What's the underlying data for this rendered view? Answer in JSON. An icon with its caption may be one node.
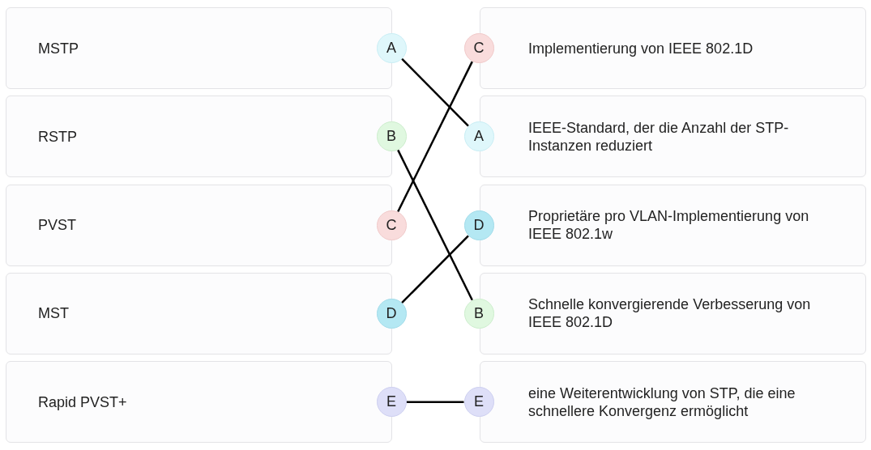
{
  "diagram": {
    "nodes": [
      {
        "text": [
          "MSTP"
        ]
      },
      {
        "text": [
          "A"
        ]
      },
      {
        "text": [
          "C"
        ]
      },
      {
        "text": [
          "Implementierung von IEEE 802.1D"
        ]
      },
      {
        "text": [
          "RSTP"
        ]
      },
      {
        "text": [
          "B"
        ]
      },
      {
        "text": [
          "A"
        ]
      },
      {
        "text": [
          "IEEE-Standard, der die Anzahl der STP-Instanzen reduziert"
        ]
      },
      {
        "text": [
          "PVST"
        ]
      },
      {
        "text": [
          "C"
        ]
      },
      {
        "text": [
          "D"
        ]
      },
      {
        "text": [
          "Proprietäre pro VLAN-Implementierung von IEEE 802.1w"
        ]
      },
      {
        "text": [
          "MST"
        ]
      },
      {
        "text": [
          "D"
        ]
      },
      {
        "text": [
          "B"
        ]
      },
      {
        "text": [
          "Schnelle konvergierende Verbesserung von IEEE 802.1D"
        ]
      },
      {
        "text": [
          "Rapid PVST+"
        ]
      },
      {
        "text": [
          "E"
        ]
      },
      {
        "text": [
          "E"
        ]
      },
      {
        "text": [
          "eine Weiterentwicklung von STP, die eine schnellere Konvergenz ermöglicht"
        ]
      }
    ],
    "edges": [
      {
        "from": 1,
        "to": 6,
        "arrow": "none"
      },
      {
        "from": 5,
        "to": 14,
        "arrow": "none"
      },
      {
        "from": 9,
        "to": 2,
        "arrow": "none"
      },
      {
        "from": 13,
        "to": 10,
        "arrow": "none"
      },
      {
        "from": 17,
        "to": 18,
        "arrow": "none"
      }
    ]
  }
}
